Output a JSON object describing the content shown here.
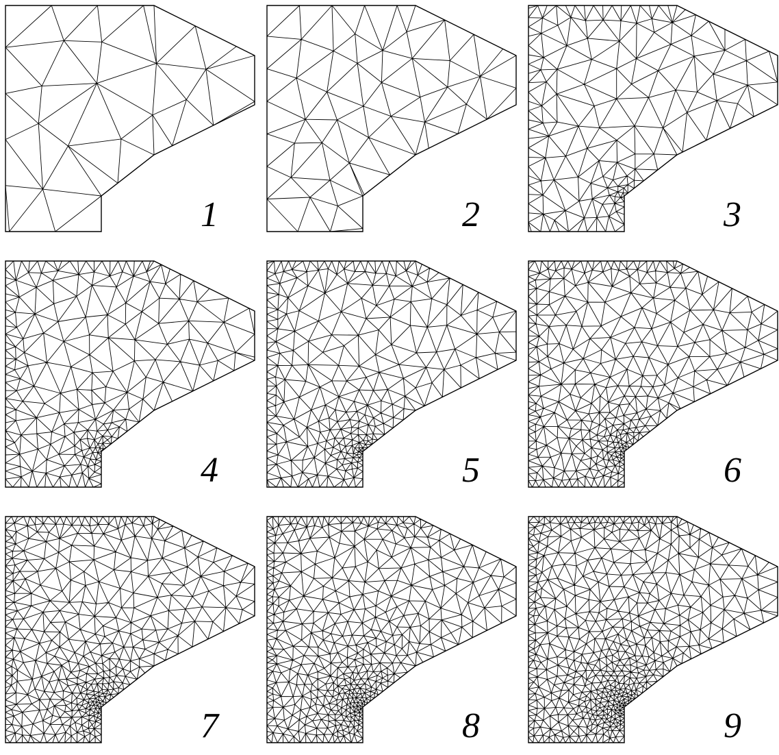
{
  "figure": {
    "panels": [
      {
        "id": 1,
        "label": "1",
        "refinement_level": 1
      },
      {
        "id": 2,
        "label": "2",
        "refinement_level": 2
      },
      {
        "id": 3,
        "label": "3",
        "refinement_level": 3
      },
      {
        "id": 4,
        "label": "4",
        "refinement_level": 4
      },
      {
        "id": 5,
        "label": "5",
        "refinement_level": 5
      },
      {
        "id": 6,
        "label": "6",
        "refinement_level": 6
      },
      {
        "id": 7,
        "label": "7",
        "refinement_level": 7
      },
      {
        "id": 8,
        "label": "8",
        "refinement_level": 8
      },
      {
        "id": 9,
        "label": "9",
        "refinement_level": 9
      }
    ],
    "colors": {
      "mesh_line": "#000000",
      "background": "#ffffff"
    }
  }
}
